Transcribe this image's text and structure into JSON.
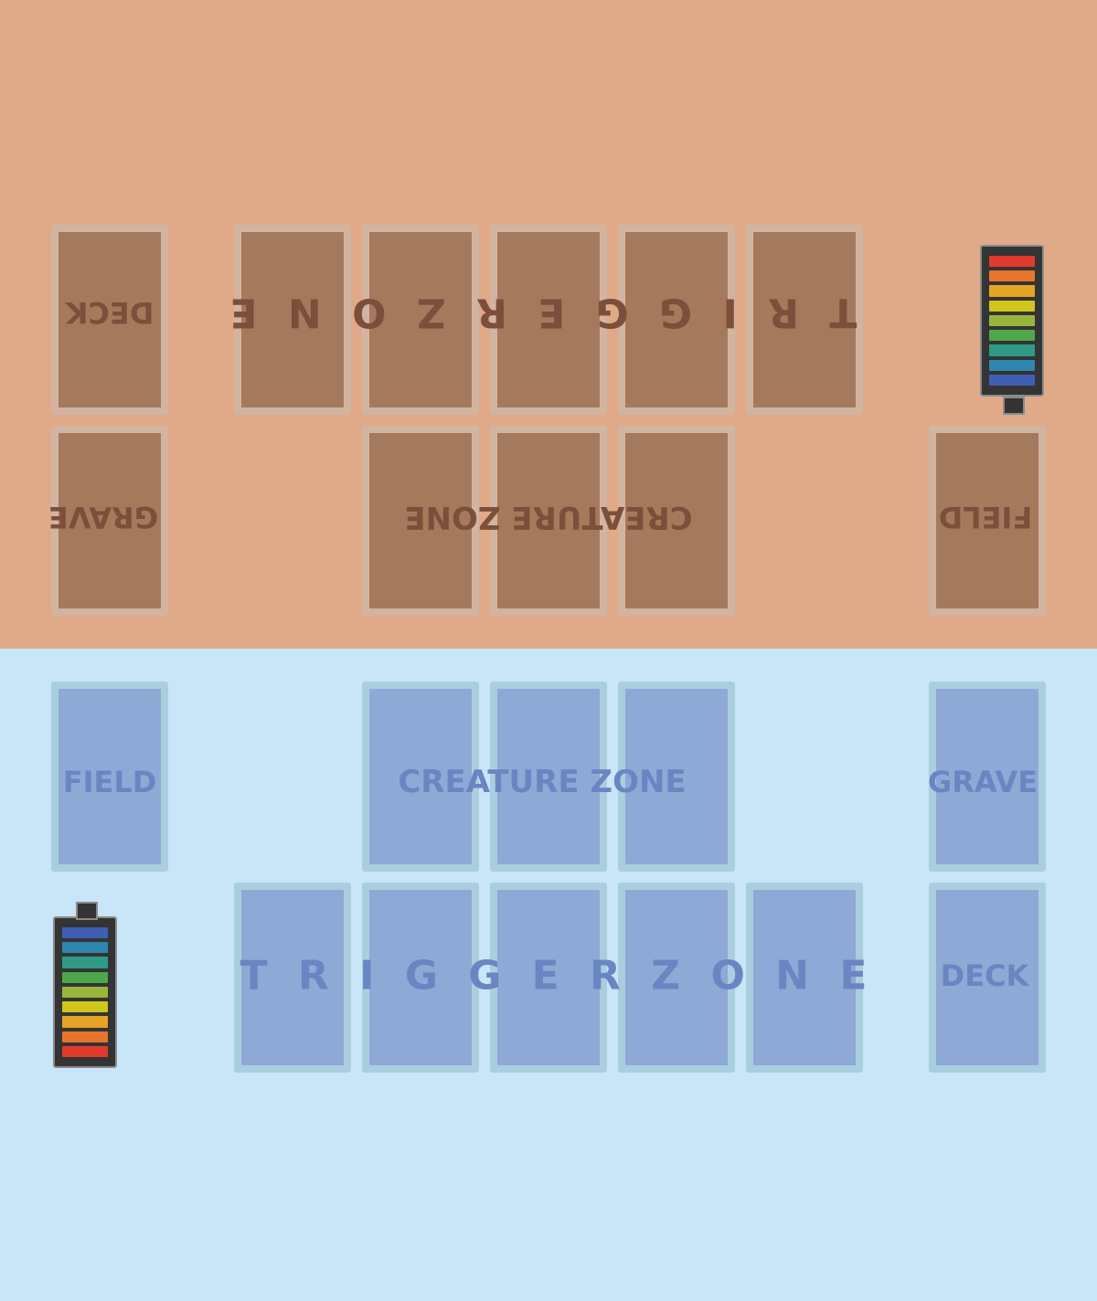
{
  "colors": {
    "opponent_background": "#e0aa88",
    "player_background": "#c9e5f8",
    "meter_segments": [
      "#e03a2d",
      "#e8742e",
      "#e6a525",
      "#cfc51d",
      "#9ab53c",
      "#4ea84a",
      "#2f9a86",
      "#2f86b0",
      "#3e5fb3"
    ]
  },
  "opponent": {
    "deck_label": "DECK",
    "trigger_zone_label": "T R I G G E R   Z O N E",
    "grave_label": "GRAVE",
    "creature_zone_label": "CREATURE ZONE",
    "field_label": "FIELD",
    "energy_meter_icon": "energy-meter-icon"
  },
  "player": {
    "field_label": "FIELD",
    "creature_zone_label": "CREATURE ZONE",
    "grave_label": "GRAVE",
    "trigger_zone_label": "T R I G G E R   Z O N E",
    "deck_label": "DECK",
    "energy_meter_icon": "energy-meter-icon"
  }
}
